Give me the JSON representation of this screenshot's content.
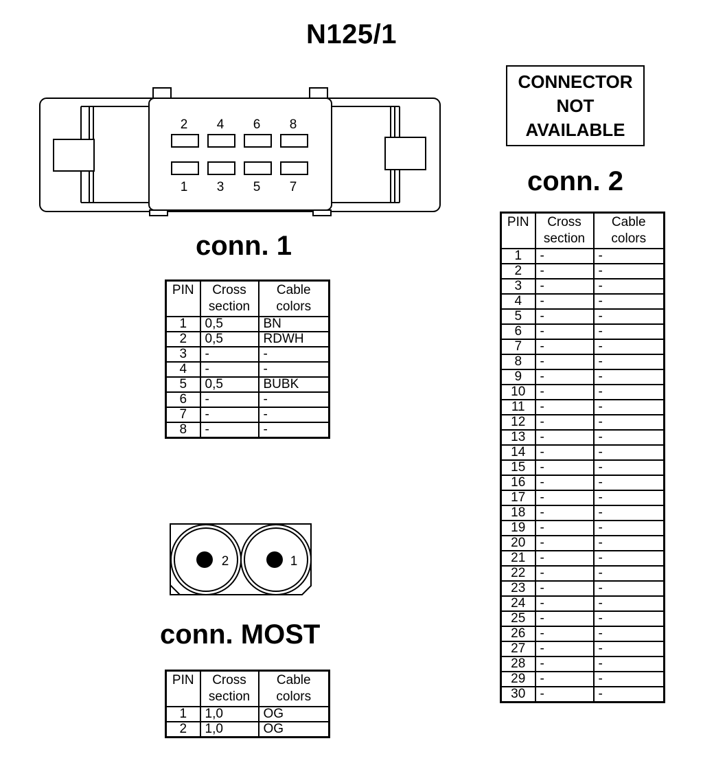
{
  "title": "N125/1",
  "connector_not_available": [
    "CONNECTOR",
    "NOT",
    "AVAILABLE"
  ],
  "conn1": {
    "title": "conn. 1",
    "pin_labels_top": [
      "2",
      "4",
      "6",
      "8"
    ],
    "pin_labels_bottom": [
      "1",
      "3",
      "5",
      "7"
    ],
    "headers": {
      "pin": "PIN",
      "cross": [
        "Cross",
        "section"
      ],
      "colors": [
        "Cable",
        "colors"
      ]
    },
    "rows": [
      {
        "pin": "1",
        "cross": "0,5",
        "color": "BN"
      },
      {
        "pin": "2",
        "cross": "0,5",
        "color": "RDWH"
      },
      {
        "pin": "3",
        "cross": "-",
        "color": "-"
      },
      {
        "pin": "4",
        "cross": "-",
        "color": "-"
      },
      {
        "pin": "5",
        "cross": "0,5",
        "color": "BUBK"
      },
      {
        "pin": "6",
        "cross": "-",
        "color": "-"
      },
      {
        "pin": "7",
        "cross": "-",
        "color": "-"
      },
      {
        "pin": "8",
        "cross": "-",
        "color": "-"
      }
    ]
  },
  "conn2": {
    "title": "conn. 2",
    "headers": {
      "pin": "PIN",
      "cross": [
        "Cross",
        "section"
      ],
      "colors": [
        "Cable",
        "colors"
      ]
    },
    "rows": [
      {
        "pin": "1",
        "cross": "-",
        "color": "-"
      },
      {
        "pin": "2",
        "cross": "-",
        "color": "-"
      },
      {
        "pin": "3",
        "cross": "-",
        "color": "-"
      },
      {
        "pin": "4",
        "cross": "-",
        "color": "-"
      },
      {
        "pin": "5",
        "cross": "-",
        "color": "-"
      },
      {
        "pin": "6",
        "cross": "-",
        "color": "-"
      },
      {
        "pin": "7",
        "cross": "-",
        "color": "-"
      },
      {
        "pin": "8",
        "cross": "-",
        "color": "-"
      },
      {
        "pin": "9",
        "cross": "-",
        "color": "-"
      },
      {
        "pin": "10",
        "cross": "-",
        "color": "-"
      },
      {
        "pin": "11",
        "cross": "-",
        "color": "-"
      },
      {
        "pin": "12",
        "cross": "-",
        "color": "-"
      },
      {
        "pin": "13",
        "cross": "-",
        "color": "-"
      },
      {
        "pin": "14",
        "cross": "-",
        "color": "-"
      },
      {
        "pin": "15",
        "cross": "-",
        "color": "-"
      },
      {
        "pin": "16",
        "cross": "-",
        "color": "-"
      },
      {
        "pin": "17",
        "cross": "-",
        "color": "-"
      },
      {
        "pin": "18",
        "cross": "-",
        "color": "-"
      },
      {
        "pin": "19",
        "cross": "-",
        "color": "-"
      },
      {
        "pin": "20",
        "cross": "-",
        "color": "-"
      },
      {
        "pin": "21",
        "cross": "-",
        "color": "-"
      },
      {
        "pin": "22",
        "cross": "-",
        "color": "-"
      },
      {
        "pin": "23",
        "cross": "-",
        "color": "-"
      },
      {
        "pin": "24",
        "cross": "-",
        "color": "-"
      },
      {
        "pin": "25",
        "cross": "-",
        "color": "-"
      },
      {
        "pin": "26",
        "cross": "-",
        "color": "-"
      },
      {
        "pin": "27",
        "cross": "-",
        "color": "-"
      },
      {
        "pin": "28",
        "cross": "-",
        "color": "-"
      },
      {
        "pin": "29",
        "cross": "-",
        "color": "-"
      },
      {
        "pin": "30",
        "cross": "-",
        "color": "-"
      }
    ]
  },
  "most": {
    "title": "conn. MOST",
    "pin_labels": [
      "2",
      "1"
    ],
    "headers": {
      "pin": "PIN",
      "cross": [
        "Cross",
        "section"
      ],
      "colors": [
        "Cable",
        "colors"
      ]
    },
    "rows": [
      {
        "pin": "1",
        "cross": "1,0",
        "color": "OG"
      },
      {
        "pin": "2",
        "cross": "1,0",
        "color": "OG"
      }
    ]
  }
}
